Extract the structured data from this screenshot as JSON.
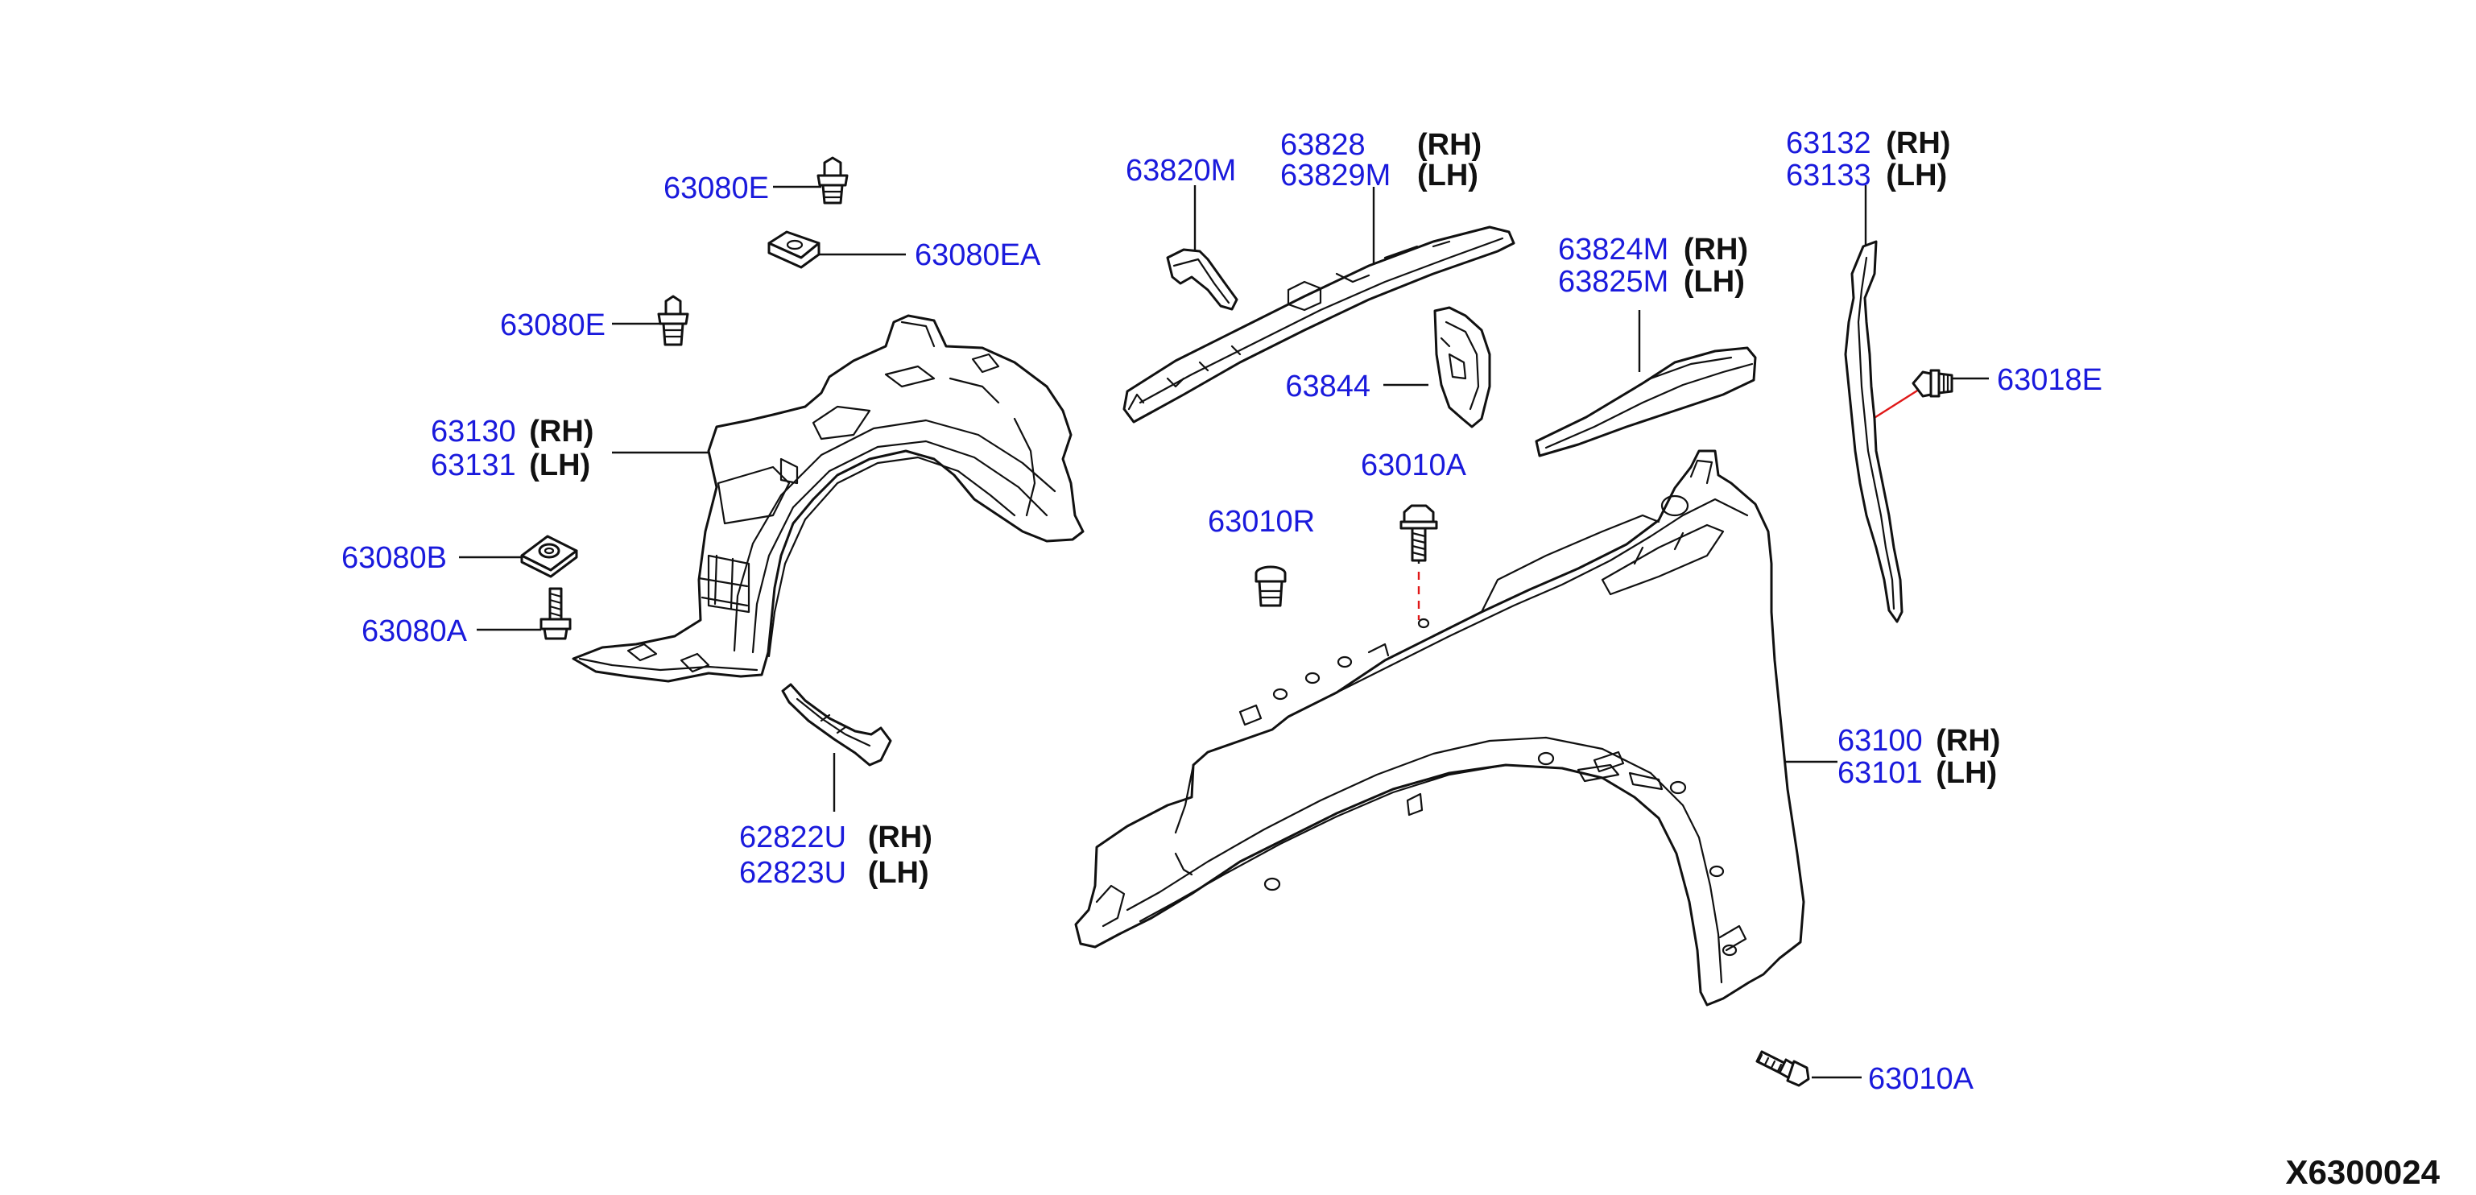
{
  "diagram": {
    "reference_code": "X6300024",
    "callouts": [
      {
        "id": "c-63080E-top",
        "number": "63080E",
        "side": ""
      },
      {
        "id": "c-63080EA",
        "number": "63080EA",
        "side": ""
      },
      {
        "id": "c-63080E-mid",
        "number": "63080E",
        "side": ""
      },
      {
        "id": "c-63130",
        "number": "63130",
        "side": "(RH)"
      },
      {
        "id": "c-63131",
        "number": "63131",
        "side": "(LH)"
      },
      {
        "id": "c-63080B",
        "number": "63080B",
        "side": ""
      },
      {
        "id": "c-63080A",
        "number": "63080A",
        "side": ""
      },
      {
        "id": "c-62822U",
        "number": "62822U",
        "side": "(RH)"
      },
      {
        "id": "c-62823U",
        "number": "62823U",
        "side": "(LH)"
      },
      {
        "id": "c-63820M",
        "number": "63820M",
        "side": ""
      },
      {
        "id": "c-63828",
        "number": "63828",
        "side": "(RH)"
      },
      {
        "id": "c-63829M",
        "number": "63829M",
        "side": "(LH)"
      },
      {
        "id": "c-63844",
        "number": "63844",
        "side": ""
      },
      {
        "id": "c-63010R",
        "number": "63010R",
        "side": ""
      },
      {
        "id": "c-63010A-mid",
        "number": "63010A",
        "side": ""
      },
      {
        "id": "c-63824M",
        "number": "63824M",
        "side": "(RH)"
      },
      {
        "id": "c-63825M",
        "number": "63825M",
        "side": "(LH)"
      },
      {
        "id": "c-63132",
        "number": "63132",
        "side": "(RH)"
      },
      {
        "id": "c-63133",
        "number": "63133",
        "side": "(LH)"
      },
      {
        "id": "c-63018E",
        "number": "63018E",
        "side": ""
      },
      {
        "id": "c-63100",
        "number": "63100",
        "side": "(RH)"
      },
      {
        "id": "c-63101",
        "number": "63101",
        "side": "(LH)"
      },
      {
        "id": "c-63010A-bot",
        "number": "63010A",
        "side": ""
      }
    ],
    "colors": {
      "part_number": "#1a1adc",
      "side_label": "#111111",
      "line_art": "#111111",
      "fastener_leader": "#e01818"
    }
  }
}
